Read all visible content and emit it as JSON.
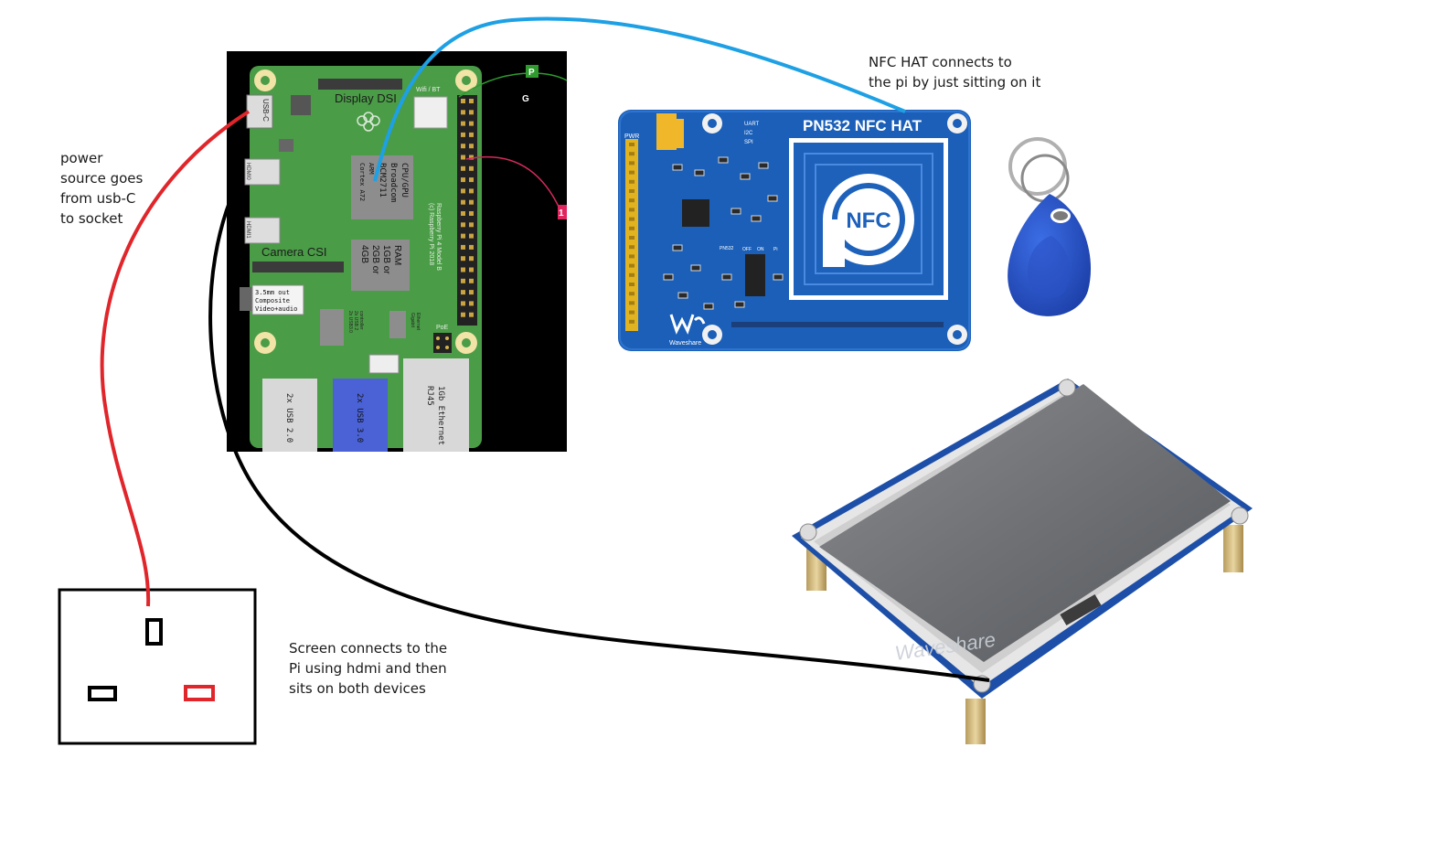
{
  "annotations": {
    "power": "power\nsource goes\nfrom usb-C\nto socket",
    "nfc": "NFC HAT connects to\nthe pi by just sitting on it",
    "screen": "Screen connects to the\nPi using hdmi and then\nsits on both devices"
  },
  "pi": {
    "usbc": "USB-C",
    "display_dsi": "Display DSI",
    "wifi": "Wifi / BT",
    "cpu_lines": [
      "CPU/GPU",
      "Broadcom",
      "BCM2711",
      "ARM",
      "Cortex A72"
    ],
    "hdmi0": "HDMI0",
    "hdmi1": "HDMI1",
    "camera_csi": "Camera CSI",
    "ram_lines": [
      "RAM",
      "1GB or",
      "2GB or",
      "4GB"
    ],
    "model_lines": [
      "Raspberry Pi 4 Model B",
      "(c) Raspberry Pi 2018"
    ],
    "audio_lines": [
      "3.5mm out",
      "Composite",
      "Video+audio"
    ],
    "usb_ctrl_lines": [
      "2x USB3.0",
      "2x USB 2",
      "controller"
    ],
    "gig_lines": [
      "Gigabit",
      "Ethernet"
    ],
    "poe": "PoE",
    "usb2": "2x USB 2.0",
    "usb3": "2x USB 3.0",
    "eth_lines": [
      "1Gb Ethernet",
      "RJ45"
    ],
    "pin_p": "P",
    "pin_g": "G",
    "pin_1": "1"
  },
  "hat": {
    "title": "PN532 NFC HAT",
    "nfc": "NFC",
    "brand": "Waveshare",
    "pwr": "PWR",
    "chip": "PN532",
    "modes": [
      "UART",
      "I2C",
      "SPI"
    ],
    "switch_labels": [
      "OFF",
      "ON",
      "Pi"
    ]
  },
  "screen": {
    "watermark": "Waveshare"
  }
}
